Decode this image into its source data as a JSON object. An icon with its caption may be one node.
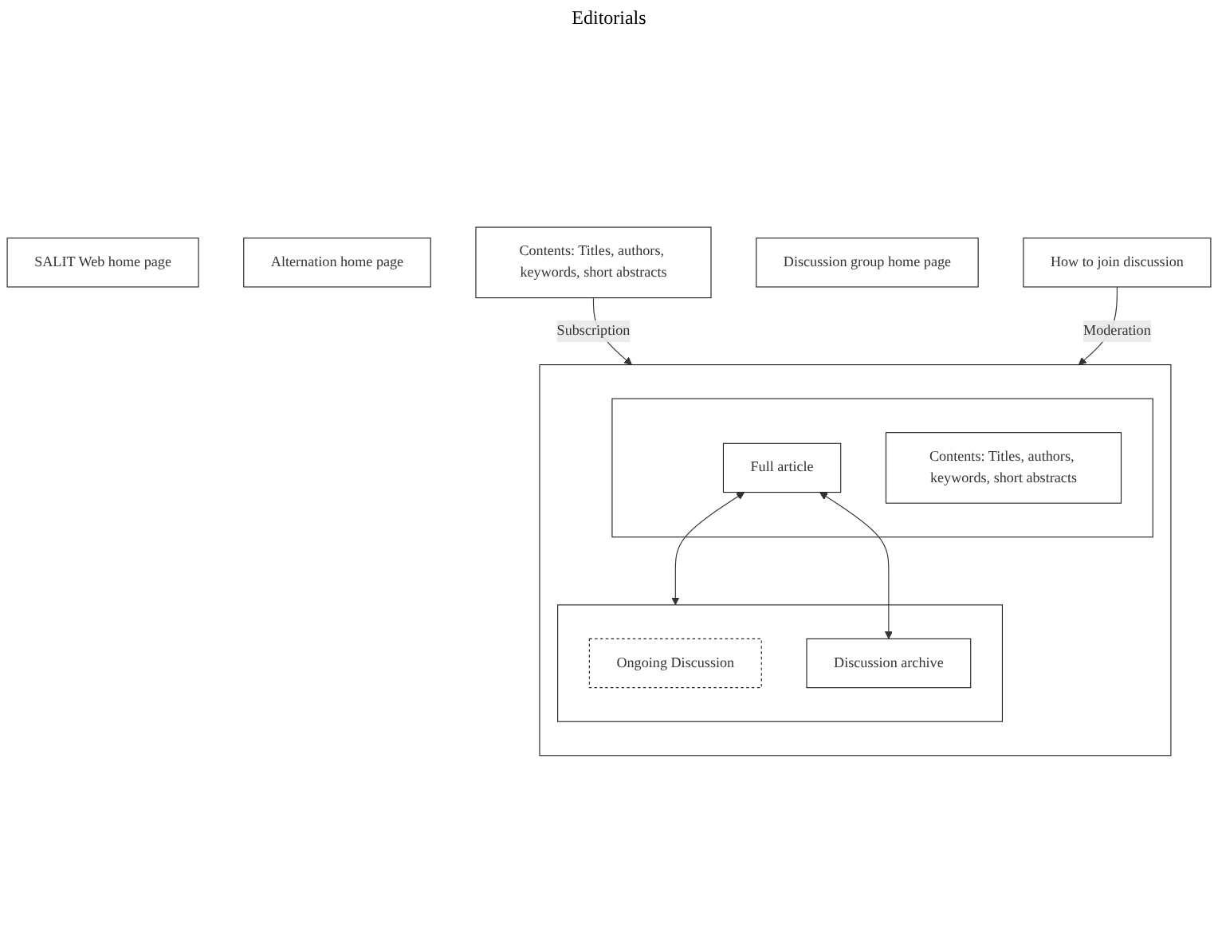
{
  "diagram": {
    "nodes": [
      {
        "text": [
          "SALIT Web home page"
        ]
      },
      {
        "text": [
          "Alternation home page"
        ]
      },
      {
        "text": [
          "Contents: Titles, authors, keywords, short abstracts"
        ]
      },
      {
        "text": [
          "Discussion group home page"
        ]
      },
      {
        "text": [
          "How to join discussion"
        ]
      },
      {
        "text": [],
        "shape": "box"
      },
      {
        "text": [],
        "shape": "box",
        "in": 5
      },
      {
        "text": [
          "Contents: Titles, authors, keywords, short abstracts"
        ],
        "in": 6
      },
      {
        "text": [
          "Full article"
        ],
        "in": 6
      },
      {
        "text": [],
        "shape": "box",
        "in": 5
      },
      {
        "text": [
          "Ongoing Discussion"
        ],
        "in": 9
      },
      {
        "text": [
          "Discussion archive"
        ],
        "in": 9
      }
    ],
    "edges": [
      {
        "from": 2,
        "to": 5,
        "label": "Subscription",
        "arrow": "to"
      },
      {
        "from": 4,
        "to": 5,
        "label": "Moderation",
        "arrow": "to"
      },
      {
        "from": 8,
        "to": 9,
        "arrow": "both"
      },
      {
        "from": 8,
        "to": 11,
        "arrow": "both"
      }
    ],
    "labels": [
      "Editorials"
    ]
  }
}
